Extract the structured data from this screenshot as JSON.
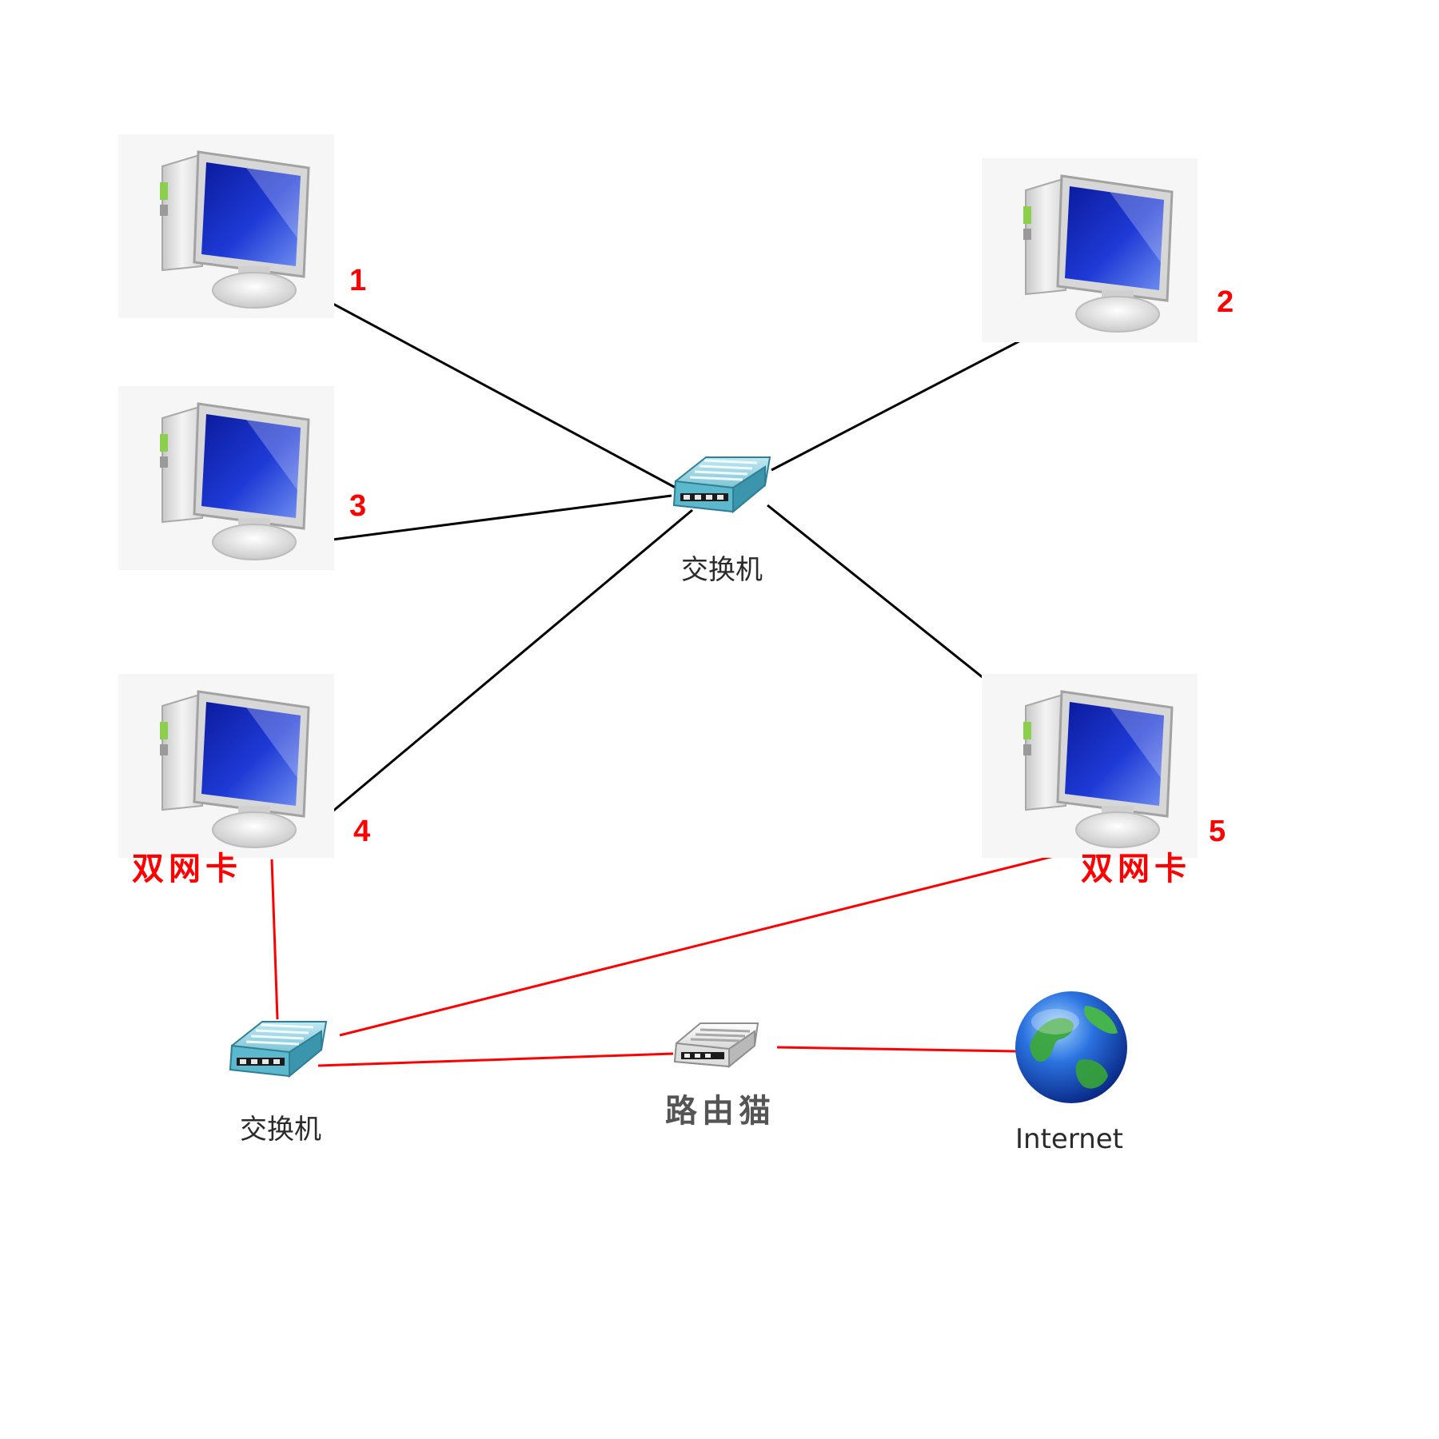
{
  "computers": [
    {
      "id": "1",
      "label": "1"
    },
    {
      "id": "2",
      "label": "2"
    },
    {
      "id": "3",
      "label": "3"
    },
    {
      "id": "4",
      "label": "4",
      "nic_label": "双网卡"
    },
    {
      "id": "5",
      "label": "5",
      "nic_label": "双网卡"
    }
  ],
  "switch_main": {
    "label": "交换机"
  },
  "switch_lower": {
    "label": "交换机"
  },
  "modem": {
    "label": "路由猫"
  },
  "internet": {
    "label": "Internet"
  },
  "colors": {
    "lan_line": "#000000",
    "wan_line": "#ff0000",
    "accent_label": "#ff0000",
    "screen": "#1428b4",
    "switch_body": "#7ec8d8",
    "modem_body": "#e6e6e6",
    "globe_ocean": "#1e5ad8",
    "globe_land": "#3ca83c"
  },
  "icons": [
    "computer-icon",
    "switch-icon",
    "modem-icon",
    "globe-icon"
  ]
}
